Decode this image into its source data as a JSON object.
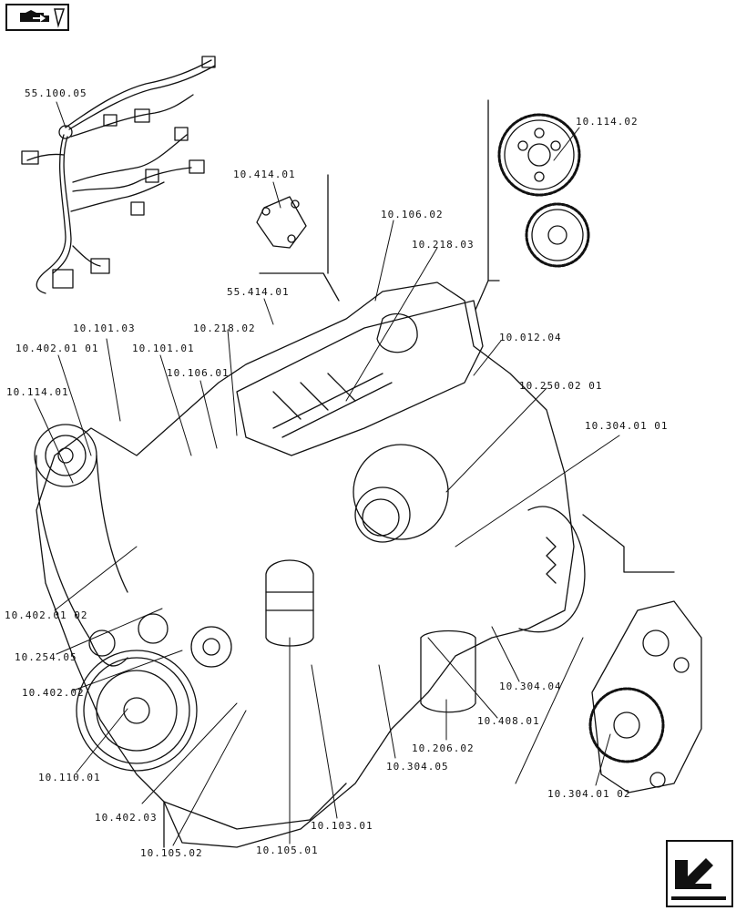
{
  "diagram": {
    "callouts": [
      "55.100.05",
      "10.414.01",
      "10.106.02",
      "10.218.03",
      "10.114.02",
      "55.414.01",
      "10.101.03",
      "10.218.02",
      "10.012.04",
      "10.402.01 01",
      "10.101.01",
      "10.106.01",
      "10.250.02 01",
      "10.114.01",
      "10.304.01 01",
      "10.402.01 02",
      "10.254.05",
      "10.402.02",
      "10.304.04",
      "10.408.01",
      "10.206.02",
      "10.304.05",
      "10.110.01",
      "10.402.03",
      "10.304.01 02",
      "10.103.01",
      "10.105.02",
      "10.105.01"
    ]
  },
  "nav": {
    "top_icon": "page-back-icon",
    "bottom_icon": "next-page-arrow-icon"
  }
}
